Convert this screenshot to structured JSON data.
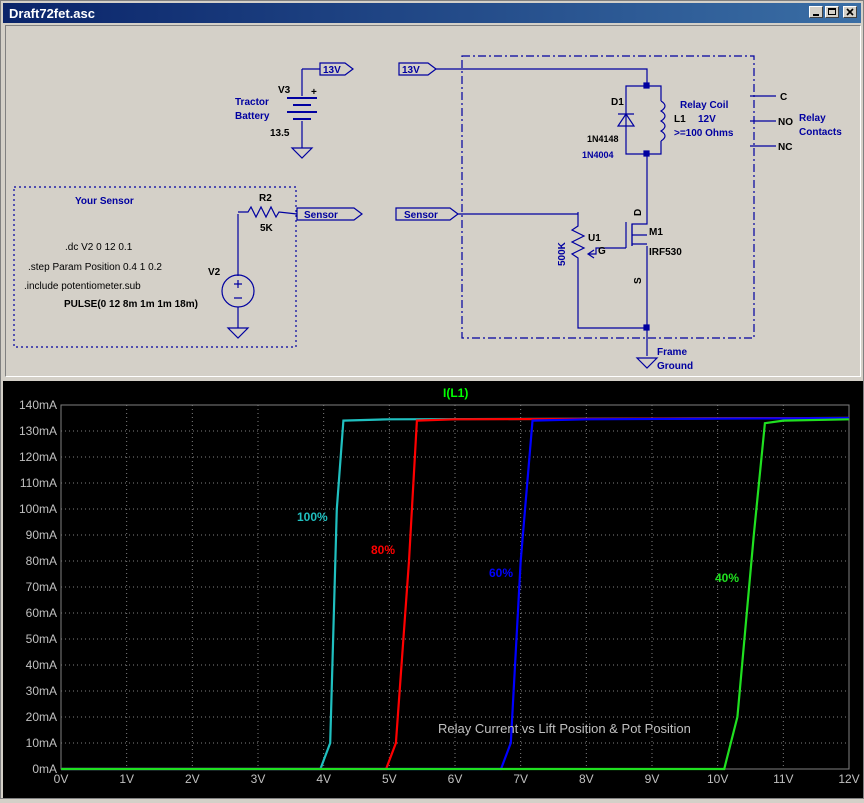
{
  "window": {
    "title": "Draft72fet.asc"
  },
  "schematic": {
    "net_13v_a": "13V",
    "net_13v_b": "13V",
    "v3_name": "V3",
    "v3_label_line1": "Tractor",
    "v3_label_line2": "Battery",
    "v3_value": "13.5",
    "v3_plus": "+",
    "d1_name": "D1",
    "d1_part1": "1N4148",
    "d1_part2": "1N4004",
    "l1_name": "L1",
    "relay_coil_line1": "Relay Coil",
    "relay_coil_line2": "12V",
    "relay_coil_line3": ">=100 Ohms",
    "contact_c": "C",
    "contact_no": "NO",
    "contact_nc": "NC",
    "relay_contacts_line1": "Relay",
    "relay_contacts_line2": "Contacts",
    "your_sensor": "Your Sensor",
    "r2_name": "R2",
    "r2_value": "5K",
    "net_sensor_out": "Sensor",
    "net_sensor_in": "Sensor",
    "directive_dc": ".dc V2 0 12 0.1",
    "directive_step": ".step Param Position 0.4 1 0.2",
    "directive_include": ".include potentiometer.sub",
    "v2_name": "V2",
    "v2_value": "PULSE(0 12 8m 1m 1m 18m)",
    "u1_name": "U1",
    "u1_value": "500K",
    "u1_gate": "G",
    "m1_name": "M1",
    "m1_part": "IRF530",
    "m1_drain": "D",
    "m1_source": "S",
    "ground_line1": "Frame",
    "ground_line2": "Ground"
  },
  "plot": {
    "trace_name": "I(L1)",
    "annotation": "Relay Current vs Lift Position & Pot Position",
    "series_labels": [
      "100%",
      "80%",
      "60%",
      "40%"
    ]
  },
  "colors": {
    "schematic_blue": "#0000a0",
    "plot_bg": "#000000",
    "grid": "#808080",
    "trace_100": "#20c0c0",
    "trace_80": "#ff0000",
    "trace_60": "#0000ff",
    "trace_40": "#20e020",
    "title_green": "#00ff00"
  },
  "chart_data": {
    "type": "line",
    "title": "I(L1)",
    "xlabel": "",
    "ylabel": "",
    "x_ticks": [
      "0V",
      "1V",
      "2V",
      "3V",
      "4V",
      "5V",
      "6V",
      "7V",
      "8V",
      "9V",
      "10V",
      "11V",
      "12V"
    ],
    "y_ticks": [
      "0mA",
      "10mA",
      "20mA",
      "30mA",
      "40mA",
      "50mA",
      "60mA",
      "70mA",
      "80mA",
      "90mA",
      "100mA",
      "110mA",
      "120mA",
      "130mA",
      "140mA"
    ],
    "xlim": [
      0,
      12
    ],
    "ylim": [
      0,
      140
    ],
    "grid": true,
    "series": [
      {
        "name": "100%",
        "color": "#20c0c0",
        "x": [
          0,
          3.95,
          4.1,
          4.2,
          4.3,
          5,
          12
        ],
        "y": [
          0,
          0,
          10,
          100,
          134,
          134.5,
          135
        ]
      },
      {
        "name": "80%",
        "color": "#ff0000",
        "x": [
          0,
          4.95,
          5.1,
          5.3,
          5.42,
          6,
          12
        ],
        "y": [
          0,
          0,
          10,
          80,
          134,
          134.5,
          135
        ]
      },
      {
        "name": "60%",
        "color": "#0000ff",
        "x": [
          0,
          6.7,
          6.85,
          7.0,
          7.18,
          8,
          12
        ],
        "y": [
          0,
          0,
          10,
          80,
          134,
          134.5,
          135
        ]
      },
      {
        "name": "40%",
        "color": "#20e020",
        "x": [
          0,
          10.1,
          10.3,
          10.55,
          10.72,
          11,
          12
        ],
        "y": [
          0,
          0,
          20,
          90,
          133,
          134,
          134.5
        ]
      }
    ],
    "annotations": [
      "100%",
      "80%",
      "60%",
      "40%",
      "Relay Current vs Lift Position & Pot Position"
    ]
  }
}
